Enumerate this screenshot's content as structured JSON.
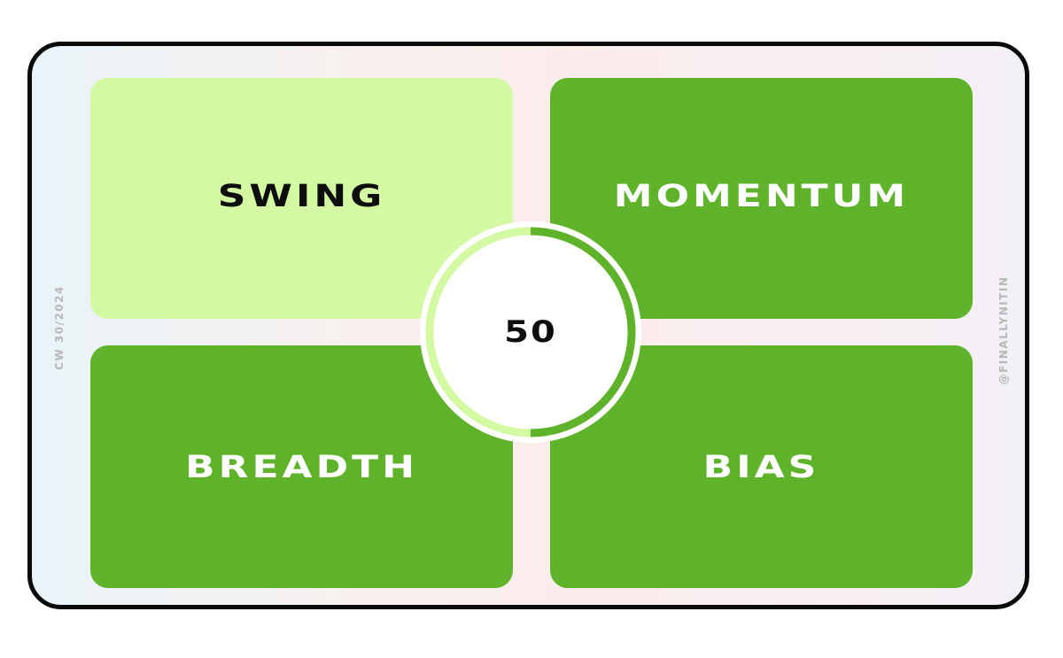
{
  "side_left_label": "CW 30/2024",
  "side_right_label": "@FINALLYNITIN",
  "tiles": [
    {
      "label": "SWING",
      "fill": "#d3f9a2",
      "text_color": "#0d0d0d"
    },
    {
      "label": "MOMENTUM",
      "fill": "#5fb32a",
      "text_color": "#ffffff"
    },
    {
      "label": "BREADTH",
      "fill": "#5fb32a",
      "text_color": "#ffffff"
    },
    {
      "label": "BIAS",
      "fill": "#5fb32a",
      "text_color": "#ffffff"
    }
  ],
  "score": {
    "value": "50",
    "ring_fill_fraction": 0.5,
    "ring_filled_color": "#5fb32a",
    "ring_empty_color": "#d3f9a2"
  },
  "colors": {
    "frame_border": "#0a0a0a",
    "side_label": "#b7b7b7"
  }
}
